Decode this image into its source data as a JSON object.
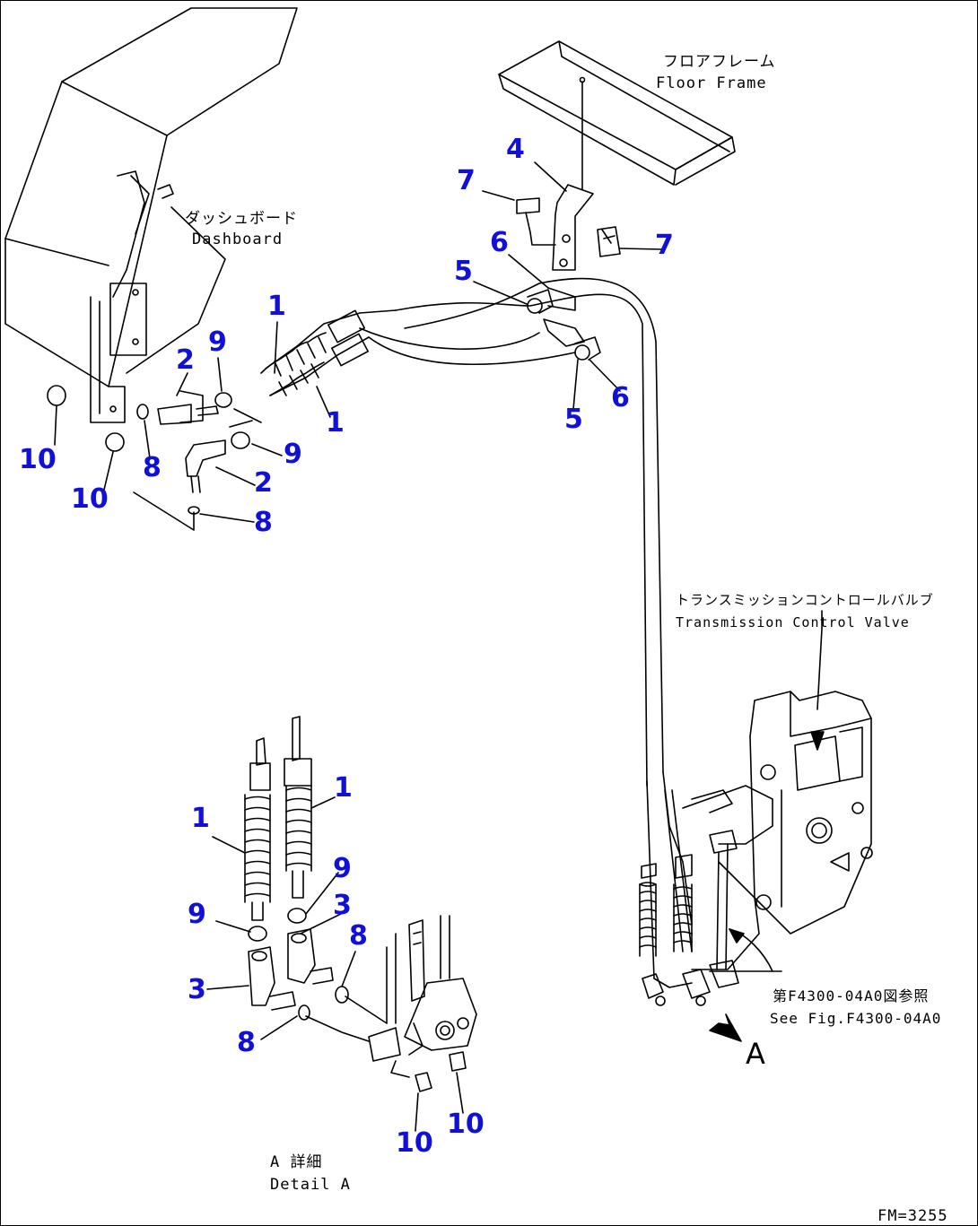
{
  "labels": {
    "floor_frame_jp": "フロアフレーム",
    "floor_frame_en": "Floor Frame",
    "dashboard_jp": "ダッシュボード",
    "dashboard_en": "Dashboard",
    "tcv_jp": "トランスミッションコントロールバルブ",
    "tcv_en": "Transmission Control Valve",
    "ref_jp": "第F4300-04A0図参照",
    "ref_en": "See Fig.F4300-04A0",
    "detail_jp": "A 詳細",
    "detail_en": "Detail A",
    "view_letter": "A",
    "drawing_no": "FM=3255"
  },
  "part_numbers": {
    "p1a": "1",
    "p1b": "1",
    "p1c": "1",
    "p1d": "1",
    "p2a": "2",
    "p2b": "2",
    "p3a": "3",
    "p3b": "3",
    "p4": "4",
    "p5a": "5",
    "p5b": "5",
    "p6a": "6",
    "p6b": "6",
    "p7a": "7",
    "p7b": "7",
    "p8a": "8",
    "p8b": "8",
    "p8c": "8",
    "p8d": "8",
    "p9a": "9",
    "p9b": "9",
    "p9c": "9",
    "p9d": "9",
    "p10a": "10",
    "p10b": "10",
    "p10c": "10",
    "p10d": "10"
  },
  "colors": {
    "callout": "#1010d8",
    "line": "#000000"
  }
}
